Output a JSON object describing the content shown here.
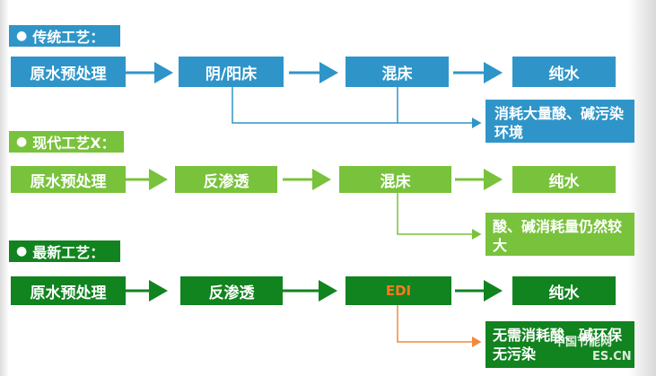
{
  "traditional": {
    "header": "传统工艺：",
    "step1": "原水预处理",
    "step2": "阴/阳床",
    "step3": "混床",
    "step4": "纯水",
    "note": "消耗大量酸、碱污染环境"
  },
  "modern": {
    "header": "现代工艺X：",
    "step1": "原水预处理",
    "step2": "反渗透",
    "step3": "混床",
    "step4": "纯水",
    "note": "酸、碱消耗量仍然较大"
  },
  "newest": {
    "header": "最新工艺：",
    "step1": "原水预处理",
    "step2": "反渗透",
    "step3": "EDI",
    "step4": "纯水",
    "note": "无需消耗酸、碱环保无污染"
  },
  "watermark": {
    "line1": "中国节能网",
    "line2": "ES.CN"
  },
  "colors": {
    "traditional": "#2f95c9",
    "modern": "#79c23c",
    "newest": "#11831f",
    "edi_text": "#ff7a1a",
    "orange_arrow": "#f08a3c"
  }
}
